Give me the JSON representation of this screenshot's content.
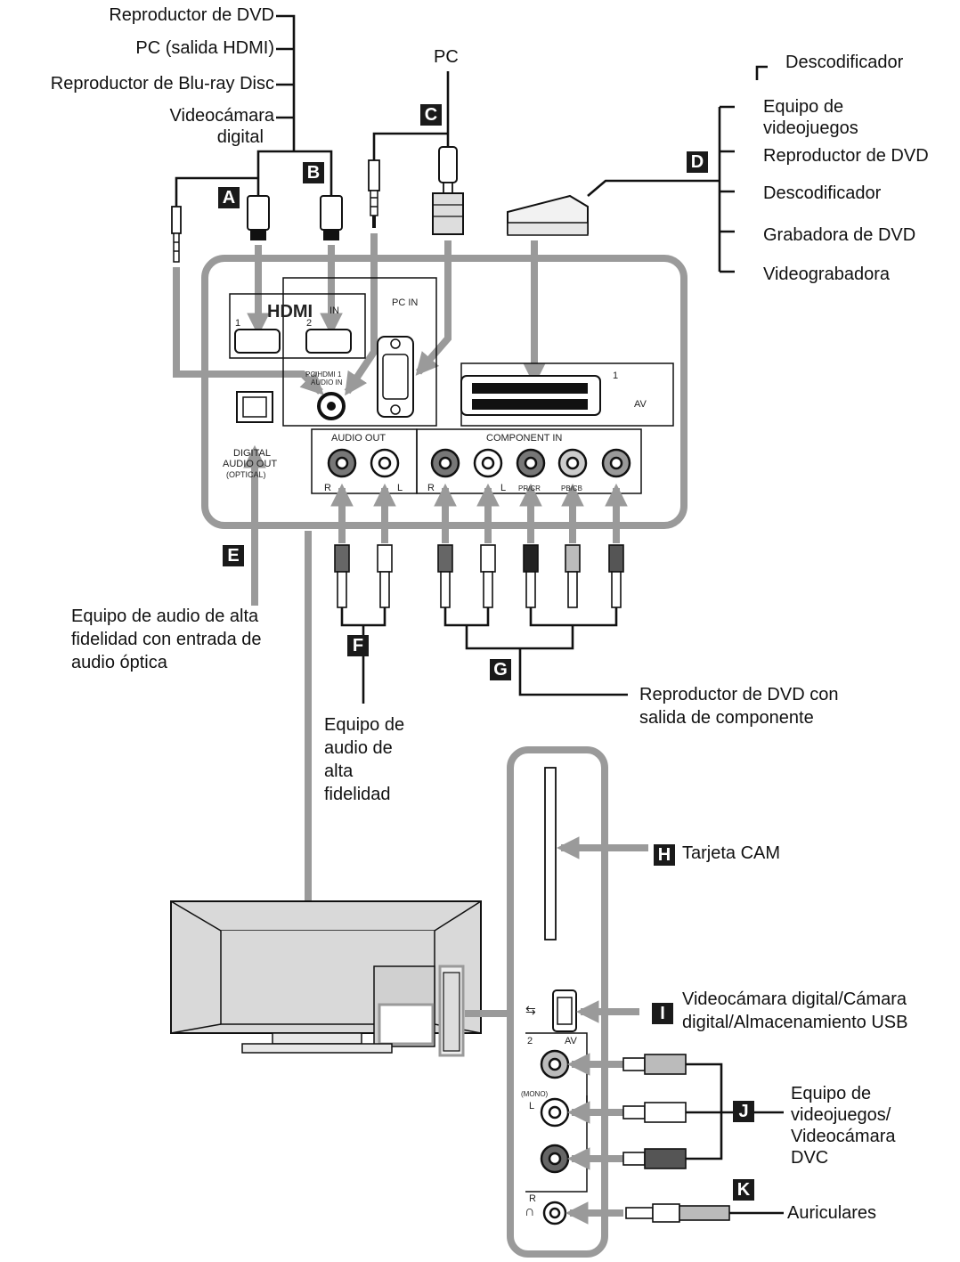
{
  "sources": {
    "dvd_player": "Reproductor de DVD",
    "pc_hdmi": "PC (salida HDMI)",
    "bluray": "Reproductor de Blu-ray Disc",
    "camcorder_line1": "Videocámara",
    "camcorder_line2": "digital",
    "pc": "PC",
    "decoder_top": "Descodificador",
    "game_line1": "Equipo de",
    "game_line2": "videojuegos",
    "dvd_player_scart": "Reproductor de DVD",
    "decoder": "Descodificador",
    "dvd_recorder": "Grabadora de DVD",
    "vcr": "Videograbadora",
    "optical_line1": "Equipo de audio de alta",
    "optical_line2": "fidelidad con entrada de",
    "optical_line3": "audio óptica",
    "hifi_line1": "Equipo de",
    "hifi_line2": "audio de",
    "hifi_line3": "alta",
    "hifi_line4": "fidelidad",
    "component_line1": "Reproductor de DVD con",
    "component_line2": "salida de componente",
    "cam_card": "Tarjeta CAM",
    "usb_line1": "Videocámara digital/Cámara",
    "usb_line2": "digital/Almacenamiento USB",
    "av2_line1": "Equipo de",
    "av2_line2": "videojuegos/",
    "av2_line3": "Videocámara",
    "av2_line4": "DVC",
    "headphones": "Auriculares"
  },
  "badges": {
    "a": "A",
    "b": "B",
    "c": "C",
    "d": "D",
    "e": "E",
    "f": "F",
    "g": "G",
    "h": "H",
    "i": "I",
    "j": "J",
    "k": "K"
  },
  "panel_labels": {
    "hdmi_in": "IN",
    "hdmi_1": "1",
    "hdmi_2": "2",
    "pc_in": "PC IN",
    "pc_hdmi_audio_line1": "PC/HDMI 1",
    "pc_hdmi_audio_line2": "AUDIO IN",
    "scart_num": "1",
    "av": "AV",
    "digital_audio_out_line1": "DIGITAL",
    "digital_audio_out_line2": "AUDIO OUT",
    "digital_audio_out_line3": "(OPTICAL)",
    "audio_out": "AUDIO OUT",
    "audio_r": "R",
    "audio_l": "L",
    "component_in": "COMPONENT IN",
    "comp_r": "R",
    "comp_l": "L",
    "comp_pr": "PR/CR",
    "comp_pb": "PB/CB",
    "side_av2": "2",
    "side_av": "AV",
    "side_mono": "(MONO)",
    "side_l": "L",
    "side_r": "R"
  }
}
